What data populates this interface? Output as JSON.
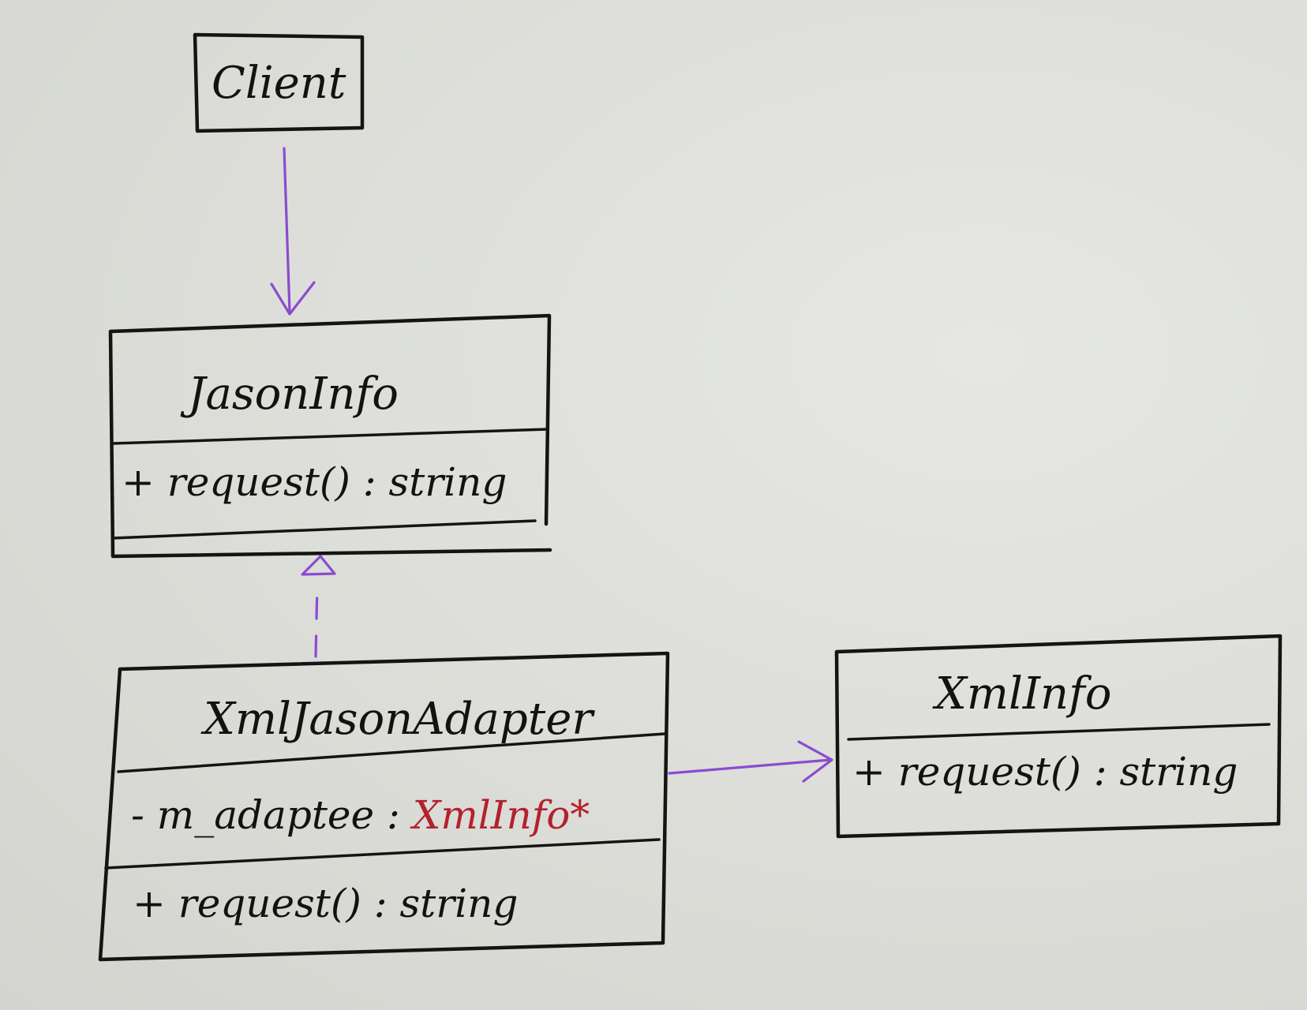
{
  "diagram": {
    "classes": {
      "client": {
        "name": "Client"
      },
      "jason_info": {
        "name": "JasonInfo",
        "methods": [
          "+ request() : string"
        ]
      },
      "xml_jason_adapter": {
        "name": "XmlJasonAdapter",
        "attribute_prefix": "- m_adaptee : ",
        "attribute_type": "XmlInfo*",
        "methods": [
          "+ request() : string"
        ]
      },
      "xml_info": {
        "name": "XmlInfo",
        "methods": [
          "+ request() : string"
        ]
      }
    },
    "relations": [
      {
        "from": "Client",
        "to": "JasonInfo",
        "kind": "association"
      },
      {
        "from": "XmlJasonAdapter",
        "to": "JasonInfo",
        "kind": "realization"
      },
      {
        "from": "XmlJasonAdapter",
        "to": "XmlInfo",
        "kind": "association"
      }
    ],
    "colors": {
      "ink": "#141414",
      "arrow": "#8a4bd1",
      "highlight": "#b3222c",
      "paper": "#dfe0dc"
    }
  }
}
